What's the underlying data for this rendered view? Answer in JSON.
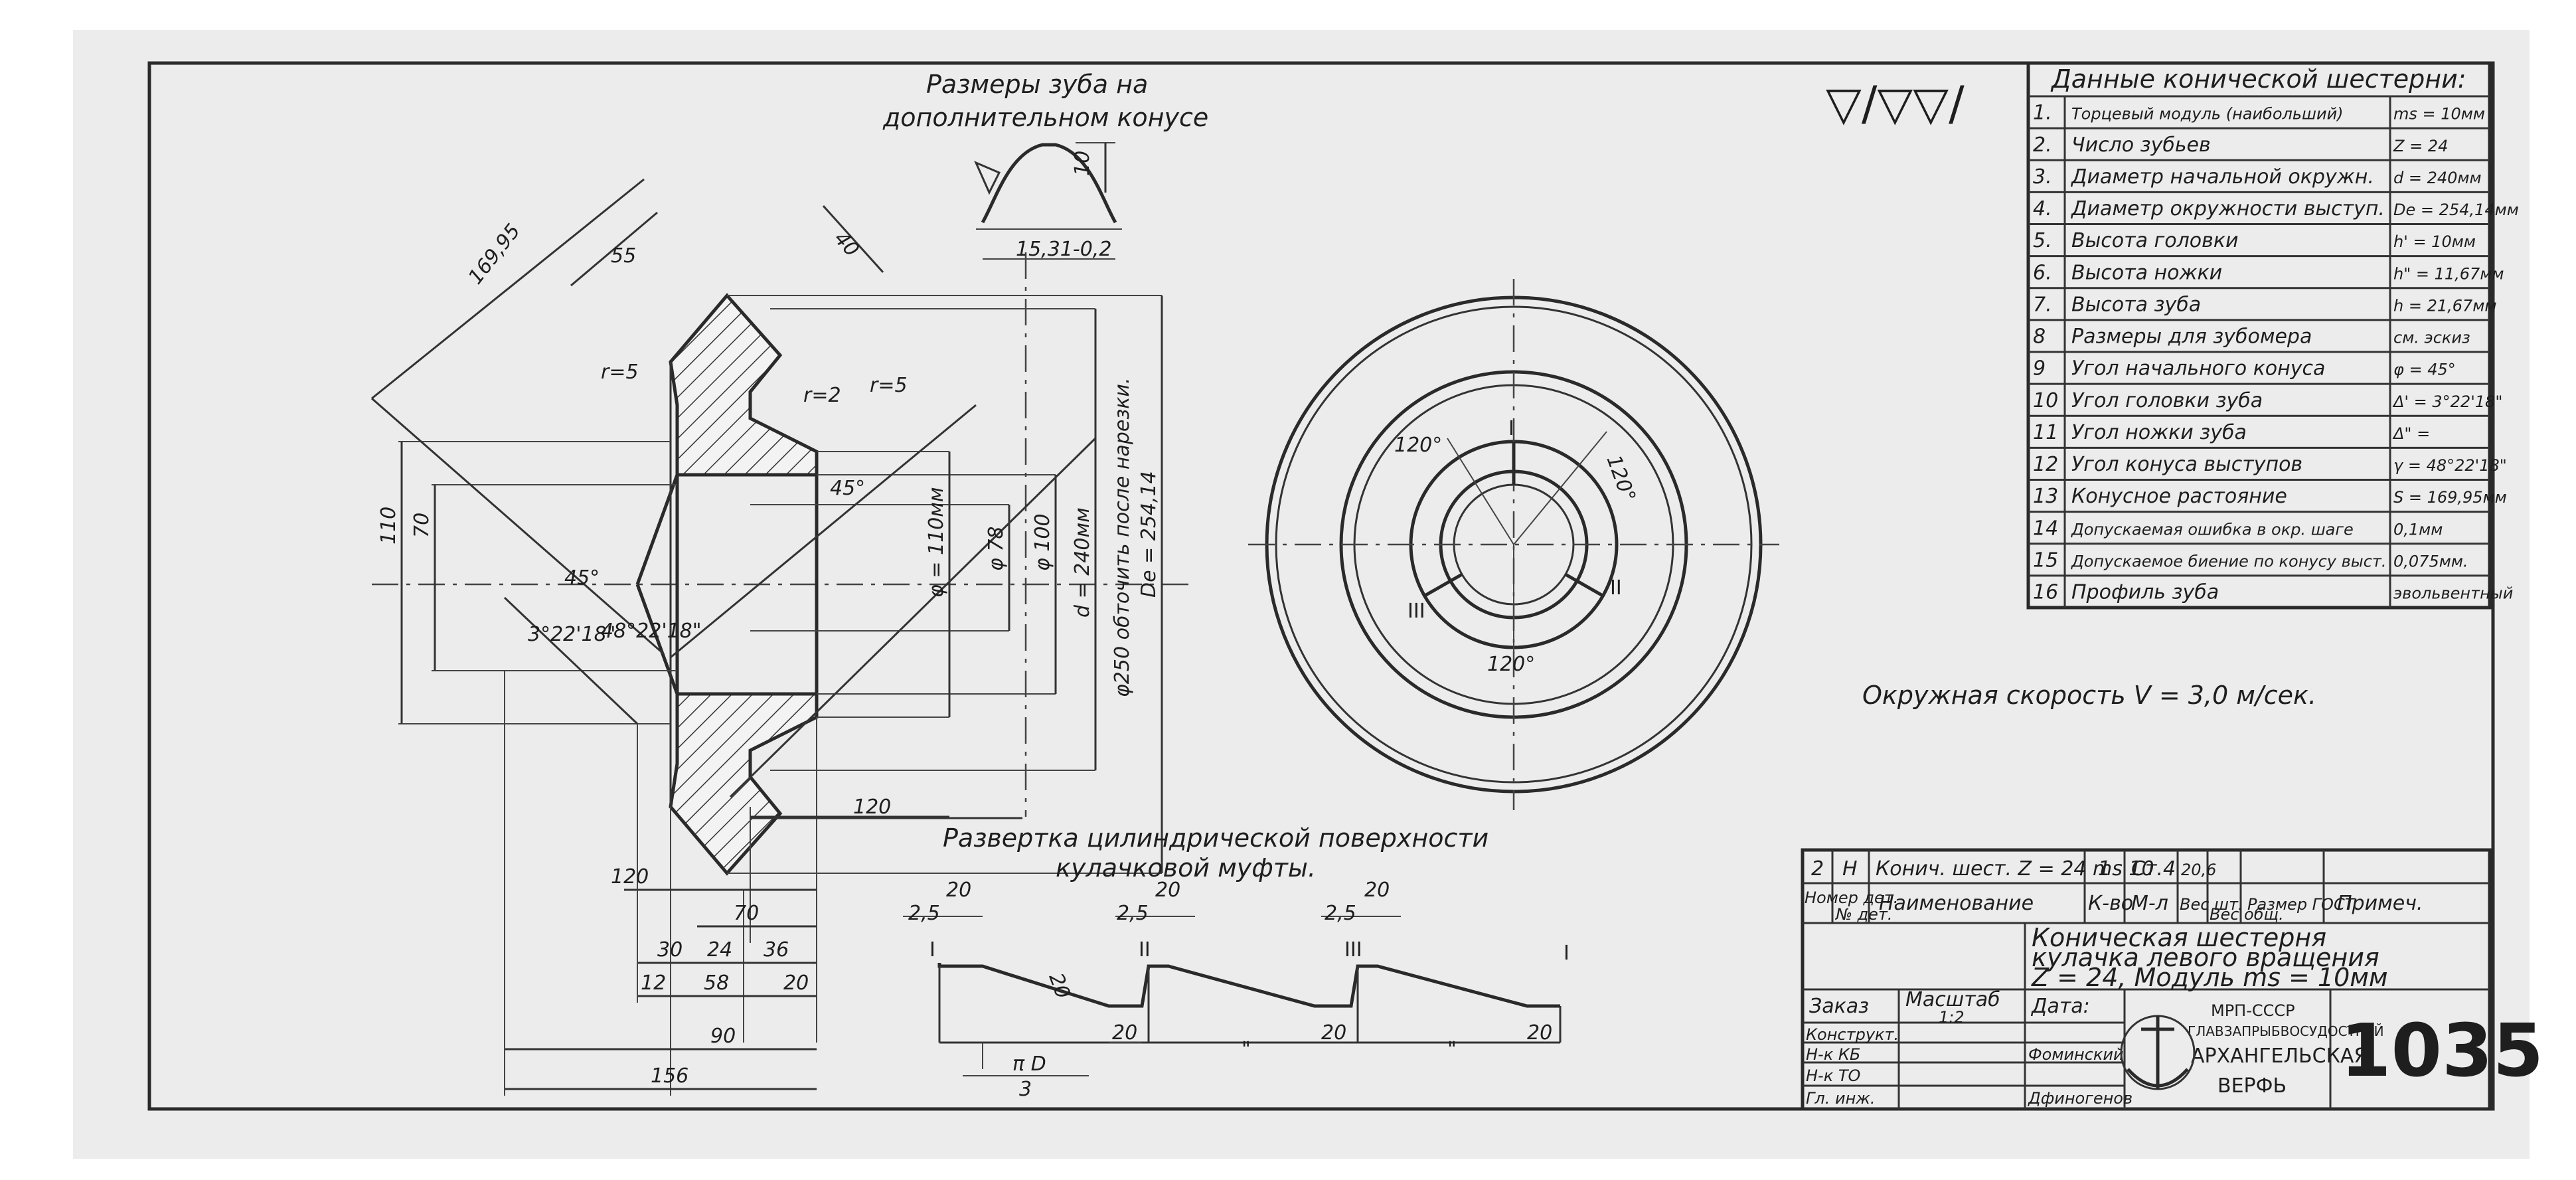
{
  "sections": {
    "tooth_title_1": "Размеры зуба на",
    "tooth_title_2": "дополнительном конусе",
    "unroll_title_1": "Развертка цилиндрической поверхности",
    "unroll_title_2": "кулачковой муфты.",
    "surface_finish": "▽/▽▽/",
    "speed_note": "Окружная скорость V = 3,0 м/сек."
  },
  "dimensions": {
    "d_169_95": "169,95",
    "d_55": "55",
    "d_40": "40",
    "d_10": "10",
    "d_tooth_width": "15,31-0,2",
    "r5_a": "r=5",
    "r2": "r=2",
    "r5_b": "r=5",
    "angle_45a": "45°",
    "angle_45b": "45°",
    "d_110": "110",
    "d_70": "70",
    "angle_3": "3°22'18\"",
    "angle_48": "48°22'18\"",
    "phi_110": "φ = 110мм",
    "phi_78": "φ 78",
    "phi_100": "φ 100",
    "d_pitch": "d = 240мм",
    "phi_250": "φ250 обточить после нарезки.",
    "de": "De = 254,14",
    "d_120_a": "120",
    "d_120_b": "120",
    "d_70_b": "70",
    "d_30": "30",
    "d_24": "24",
    "d_36": "36",
    "d_12": "12",
    "d_58": "58",
    "d_20_a": "20",
    "d_90": "90",
    "d_156": "156",
    "angle_120a": "120°",
    "angle_120b": "120°",
    "angle_120c": "120°",
    "roman_1": "I",
    "roman_2": "II",
    "roman_3": "III"
  },
  "unroll": {
    "top_20": [
      "20",
      "20",
      "20"
    ],
    "top_2_5": [
      "2,5",
      "2,5",
      "2,5"
    ],
    "bottom_20": [
      "20",
      "20",
      "20"
    ],
    "slope_20": "20",
    "marks": [
      "I",
      "II",
      "III",
      "I"
    ],
    "ditto": [
      "\"",
      "\""
    ],
    "scale_num": "π D",
    "scale_den": "3"
  },
  "spec_table": {
    "title": "Данные конической шестерни:",
    "rows": [
      {
        "n": "1.",
        "name": "Торцевый модуль (наибольший)",
        "value": "ms = 10мм"
      },
      {
        "n": "2.",
        "name": "Число зубьев",
        "value": "Z = 24"
      },
      {
        "n": "3.",
        "name": "Диаметр начальной окружн.",
        "value": "d = 240мм"
      },
      {
        "n": "4.",
        "name": "Диаметр окружности выступ.",
        "value": "De = 254,14мм"
      },
      {
        "n": "5.",
        "name": "Высота головки",
        "value": "h' = 10мм"
      },
      {
        "n": "6.",
        "name": "Высота ножки",
        "value": "h\" = 11,67мм"
      },
      {
        "n": "7.",
        "name": "Высота зуба",
        "value": "h = 21,67мм"
      },
      {
        "n": "8",
        "name": "Размеры для зубомера",
        "value": "см. эскиз"
      },
      {
        "n": "9",
        "name": "Угол начального конуса",
        "value": "φ = 45°"
      },
      {
        "n": "10",
        "name": "Угол головки зуба",
        "value": "Δ' = 3°22'18\""
      },
      {
        "n": "11",
        "name": "Угол ножки зуба",
        "value": "Δ\" ="
      },
      {
        "n": "12",
        "name": "Угол конуса выступов",
        "value": "γ = 48°22'18\""
      },
      {
        "n": "13",
        "name": "Конусное растояние",
        "value": "S = 169,95мм"
      },
      {
        "n": "14",
        "name": "Допускаемая ошибка в окр. шаге",
        "value": "0,1мм"
      },
      {
        "n": "15",
        "name": "Допускаемое биение по конусу выст.",
        "value": "0,075мм."
      },
      {
        "n": "16",
        "name": "Профиль зуба",
        "value": "эвольвентный"
      }
    ]
  },
  "title_block": {
    "part_row": {
      "num": "2",
      "code": "Н",
      "name": "Конич. шест. Z = 24 ms 10",
      "qty": "1",
      "material": "Ст.4",
      "mass": "20,6"
    },
    "head": {
      "pos": "Номер дет.",
      "det": "№ дет.",
      "name": "Наименование",
      "qty": "К-во",
      "mat": "М-л",
      "w1": "Вес шт.",
      "w2": "Вес общ.",
      "size": "Размер ГОСТ.",
      "note": "Примеч."
    },
    "title_1": "Коническая шестерня",
    "title_2": "кулачка левого вращения",
    "title_3": "Z = 24, Модуль ms = 10мм",
    "order": "Заказ",
    "scale_label": "Масштаб",
    "scale": "1:2",
    "date": "Дата:",
    "roles": [
      "Конструкт.",
      "Н-к КБ",
      "Н-к ТО",
      "Гл. инж."
    ],
    "names": [
      "Фоминский",
      "Дфиногенов"
    ],
    "org_1": "МРП-СССР",
    "org_2": "ГЛАВЗАПРЫБВОСУДОСТРОЙ",
    "org_3": "АРХАНГЕЛЬСКАЯ",
    "org_4": "ВЕРФЬ",
    "number": "1035"
  }
}
